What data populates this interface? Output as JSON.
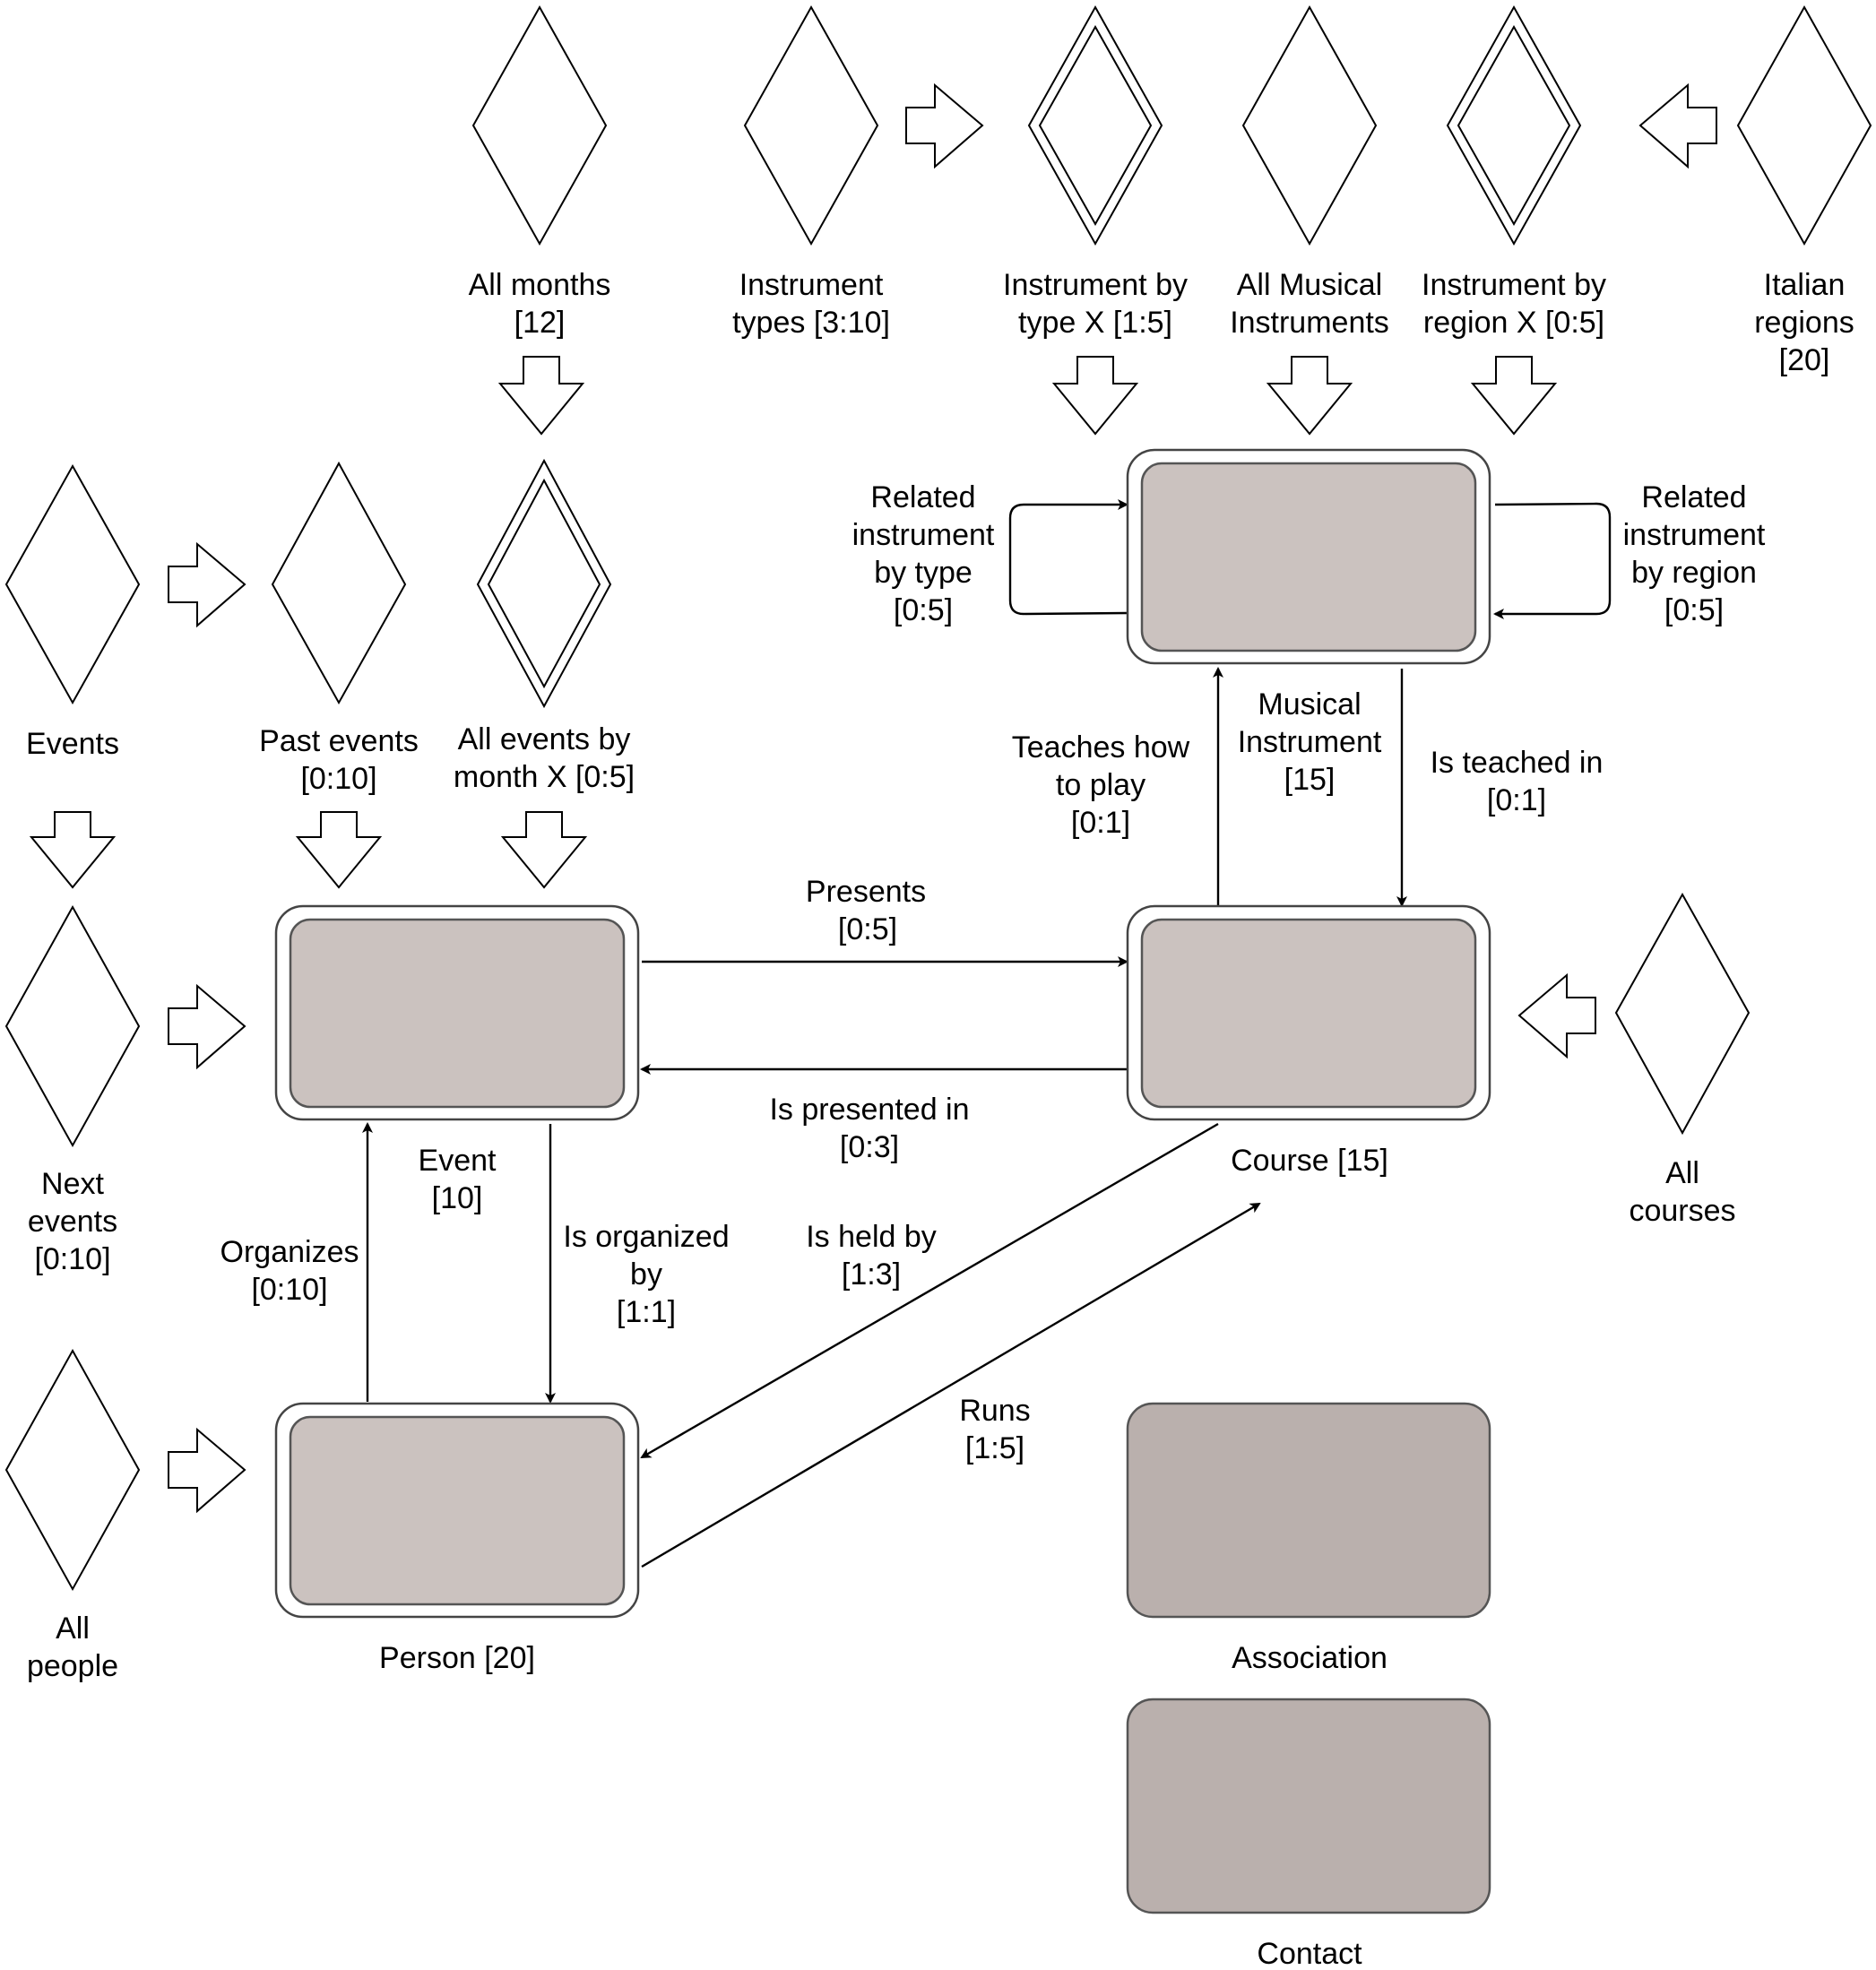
{
  "colors": {
    "area_fill": "#cbc2bf",
    "page_fill": "#bab0ad",
    "frame_stroke": "#444444",
    "page_stroke": "#555555",
    "line": "#000000"
  },
  "entities": {
    "instrument": {
      "label": ""
    },
    "event": {
      "label": "Event",
      "count": "[10]"
    },
    "course": {
      "label": "Course [15]"
    },
    "person": {
      "label": "Person [20]"
    },
    "association": {
      "label": "Association"
    },
    "contact": {
      "label": "Contact"
    }
  },
  "indexes": {
    "all_months": {
      "line1": "All months",
      "line2": "[12]"
    },
    "instrument_types": {
      "line1": "Instrument",
      "line2": "types [3:10]"
    },
    "instrument_by_type": {
      "line1": "Instrument by",
      "line2": "type X [1:5]"
    },
    "all_musical_instruments": {
      "line1": "All Musical",
      "line2": "Instruments"
    },
    "instrument_by_region": {
      "line1": "Instrument by",
      "line2": "region X [0:5]"
    },
    "italian_regions": {
      "line1": "Italian",
      "line2": "regions",
      "line3": "[20]"
    },
    "events": {
      "line1": "Events"
    },
    "past_events": {
      "line1": "Past events",
      "line2": "[0:10]"
    },
    "events_by_month": {
      "line1": "All events by",
      "line2": "month X [0:5]"
    },
    "next_events": {
      "line1": "Next",
      "line2": "events",
      "line3": "[0:10]"
    },
    "all_people": {
      "line1": "All",
      "line2": "people"
    },
    "all_courses": {
      "line1": "All",
      "line2": "courses"
    }
  },
  "links": {
    "related_by_type": {
      "line1": "Related",
      "line2": "instrument",
      "line3": "by type",
      "line4": "[0:5]"
    },
    "related_by_region": {
      "line1": "Related",
      "line2": "instrument",
      "line3": "by region",
      "line4": "[0:5]"
    },
    "teaches_how_to_play": {
      "line1": "Teaches how",
      "line2": "to play",
      "line3": "[0:1]"
    },
    "musical_instrument": {
      "line1": "Musical",
      "line2": "Instrument",
      "line3": "[15]"
    },
    "is_teached_in": {
      "line1": "Is teached in",
      "line2": "[0:1]"
    },
    "presents": {
      "line1": "Presents",
      "line2": "[0:5]"
    },
    "is_presented_in": {
      "line1": "Is presented in",
      "line2": "[0:3]"
    },
    "organizes": {
      "line1": "Organizes",
      "line2": "[0:10]"
    },
    "is_organized_by": {
      "line1": "Is organized",
      "line2": "by",
      "line3": "[1:1]"
    },
    "is_held_by": {
      "line1": "Is held by",
      "line2": "[1:3]"
    },
    "runs": {
      "line1": "Runs",
      "line2": "[1:5]"
    }
  }
}
